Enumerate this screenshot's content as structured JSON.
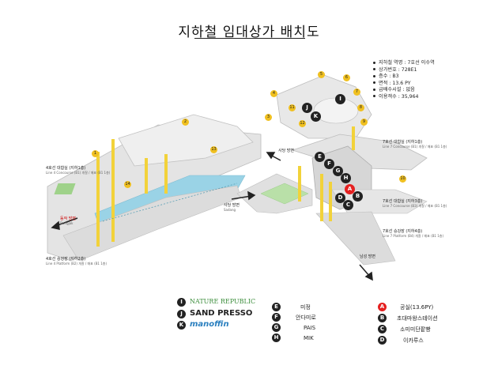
{
  "title": "지하철 임대상가 배치도",
  "info": [
    "지하철 역명 : 7호선 이수역",
    "상가번호 : 728E1",
    "층수 : B3",
    "면적 : 13.6 PY",
    "급배수시설 : 없음",
    "이용객수 : 35,964"
  ],
  "labels": {
    "exit_left_top": "4호선 대합실 (지하1층)",
    "exit_left_top_sub": "Line 4 Concourse (B1) 개찰 / 매표 (B1 1층)",
    "exit_left_bottom": "4호선 승강장 (지하2층)",
    "exit_left_bottom_sub": "Line 4 Platform (B2) 개찰 / 매표 (B1 1층)",
    "dir_left": "동작 방면",
    "dir_left_sub": "Dongjak",
    "dir_sadang": "사당 방면",
    "dir_sadang_sub": "Sadang",
    "dir_mid": "사당 방면",
    "dir_right_bottom": "남성 방면",
    "line7_c1": "7호선 대합실 (지하1층)",
    "line7_c1_sub": "Line 7 Concourse (B1) 개찰 / 매표 (B1 1층)",
    "line7_c2": "7호선 대합실 (지하3층)",
    "line7_c2_sub": "Line 7 Concourse (B3) 개찰 / 매표 (B1 1층)",
    "line7_p": "7호선 승강장 (지하4층)",
    "line7_p_sub": "Line 7 Platform (B4) 개찰 / 매표 (B1 1층)"
  },
  "station_numbers": [
    "1",
    "2",
    "3",
    "4",
    "5",
    "6",
    "7",
    "8",
    "9",
    "10",
    "11",
    "12",
    "13",
    "14"
  ],
  "map_markers": {
    "I": "I",
    "J": "J",
    "K": "K",
    "E": "E",
    "F": "F",
    "G": "G",
    "H": "H",
    "A": "A",
    "B": "B",
    "C": "C",
    "D": "D"
  },
  "legend_left": [
    {
      "letter": "I",
      "brand": "NATURE REPUBLIC",
      "color": "#3b8d3b"
    },
    {
      "letter": "J",
      "brand": "SAND PRESSO",
      "color": "#222222"
    },
    {
      "letter": "K",
      "brand": "manoffin",
      "color": "#2a7fbf"
    }
  ],
  "legend_mid": [
    {
      "letter": "E",
      "text": "미정"
    },
    {
      "letter": "F",
      "text": "안다미로"
    },
    {
      "letter": "G",
      "text": "PAIS"
    },
    {
      "letter": "H",
      "text": "MIK"
    }
  ],
  "legend_right": [
    {
      "letter": "A",
      "text": "공실(13.6PY)",
      "red": true
    },
    {
      "letter": "B",
      "text": "초대마왕스테이션",
      "red": false
    },
    {
      "letter": "C",
      "text": "소미미단팥빵",
      "red": false
    },
    {
      "letter": "D",
      "text": "이카루스",
      "red": false
    }
  ],
  "colors": {
    "floor": "#e8e8e8",
    "floor_dark": "#c8c8c8",
    "track": "#9ad3e6",
    "stair": "#f2d23a",
    "green": "#9fd28a",
    "red_marker": "#e52020"
  }
}
